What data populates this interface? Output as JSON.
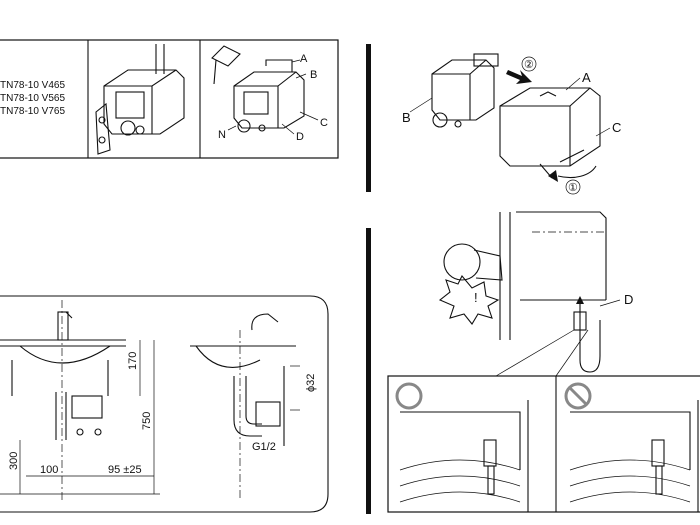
{
  "models": [
    "TN78-10 V465",
    "TN78-10 V565",
    "TN78-10 V765"
  ],
  "panel_top_middle": {
    "callouts": [
      "A",
      "B",
      "C",
      "D",
      "N"
    ]
  },
  "panel_top_right": {
    "callouts": {
      "a": "A",
      "b": "B",
      "c": "C",
      "step1": "①",
      "step2": "②"
    }
  },
  "panel_dimensions": {
    "labels": {
      "d170": "170",
      "d750": "750",
      "d300": "300",
      "d100": "100",
      "d95": "95 ±25",
      "phi32": "ϕ32",
      "g12": "G1/2"
    }
  },
  "panel_bottom_right": {
    "callout_d": "D",
    "warning": "!"
  }
}
